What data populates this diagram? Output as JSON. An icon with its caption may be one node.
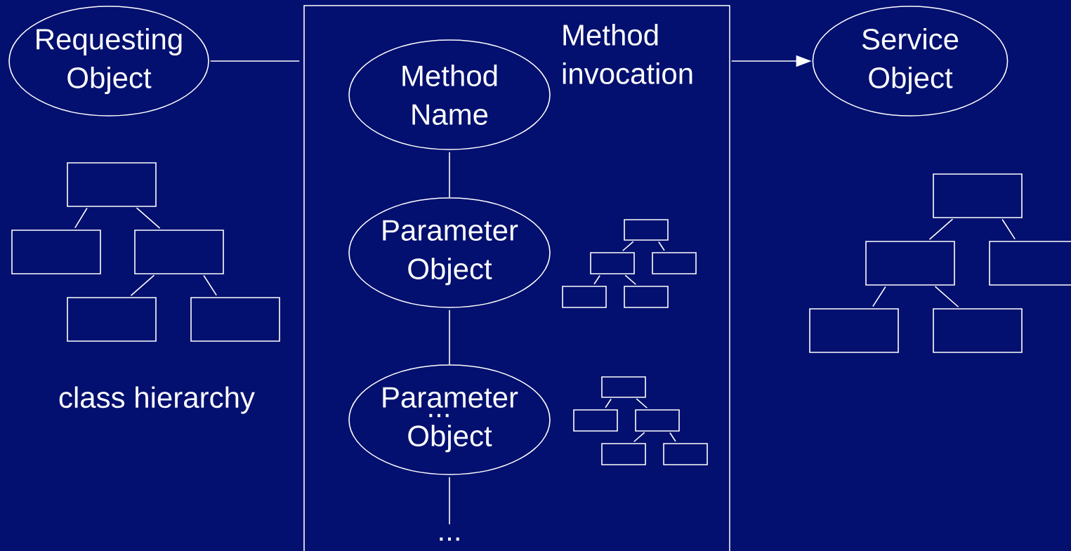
{
  "diagram": {
    "nodes": [
      {
        "text": [
          "Requesting Object"
        ]
      },
      {
        "text": [
          "Method invocation"
        ]
      },
      {
        "text": [
          "Method Name"
        ],
        "in": 1
      },
      {
        "text": [
          "Parameter Object"
        ],
        "in": 1
      },
      {
        "text": [
          "Parameter Object"
        ],
        "in": 1
      },
      {
        "text": [
          "..."
        ],
        "in": 1
      },
      {
        "text": [],
        "shape": "box",
        "in": 1
      },
      {
        "text": [],
        "shape": "box",
        "in": 1
      },
      {
        "text": [],
        "shape": "box",
        "in": 1
      },
      {
        "text": [],
        "shape": "box",
        "in": 1
      },
      {
        "text": [],
        "shape": "box",
        "in": 1
      },
      {
        "text": [],
        "shape": "box",
        "in": 1
      },
      {
        "text": [],
        "shape": "box",
        "in": 1
      },
      {
        "text": [],
        "shape": "box",
        "in": 1
      },
      {
        "text": [],
        "shape": "box",
        "in": 1
      },
      {
        "text": [],
        "shape": "box",
        "in": 1
      },
      {
        "text": [
          "Service Object"
        ]
      },
      {
        "text": [],
        "shape": "box"
      },
      {
        "text": [],
        "shape": "box"
      },
      {
        "text": [],
        "shape": "box"
      },
      {
        "text": [],
        "shape": "box"
      },
      {
        "text": [],
        "shape": "box"
      },
      {
        "text": [],
        "shape": "box"
      },
      {
        "text": [],
        "shape": "box"
      },
      {
        "text": [],
        "shape": "box"
      },
      {
        "text": [],
        "shape": "box"
      },
      {
        "text": [],
        "shape": "box"
      }
    ],
    "edges": [
      {
        "from": 0,
        "to": 1,
        "arrow": "none"
      },
      {
        "from": 1,
        "to": 16,
        "arrow": "to"
      },
      {
        "from": 2,
        "to": 3,
        "arrow": "none"
      },
      {
        "from": 3,
        "to": 4,
        "arrow": "none"
      },
      {
        "from": 4,
        "to": 5,
        "arrow": "none"
      },
      {
        "from": 6,
        "to": 7,
        "arrow": "none"
      },
      {
        "from": 6,
        "to": 8,
        "arrow": "none"
      },
      {
        "from": 7,
        "to": 9,
        "arrow": "none"
      },
      {
        "from": 7,
        "to": 10,
        "arrow": "none"
      },
      {
        "from": 11,
        "to": 12,
        "arrow": "none"
      },
      {
        "from": 11,
        "to": 13,
        "arrow": "none"
      },
      {
        "from": 13,
        "to": 14,
        "arrow": "none"
      },
      {
        "from": 13,
        "to": 15,
        "arrow": "none"
      },
      {
        "from": 17,
        "to": 18,
        "arrow": "none"
      },
      {
        "from": 17,
        "to": 19,
        "arrow": "none"
      },
      {
        "from": 19,
        "to": 20,
        "arrow": "none"
      },
      {
        "from": 19,
        "to": 21,
        "arrow": "none"
      },
      {
        "from": 22,
        "to": 23,
        "arrow": "none"
      },
      {
        "from": 22,
        "to": 24,
        "arrow": "none"
      },
      {
        "from": 23,
        "to": 25,
        "arrow": "none"
      },
      {
        "from": 23,
        "to": 26,
        "arrow": "none"
      }
    ],
    "labels": [
      "class hierarchy",
      "..."
    ]
  }
}
